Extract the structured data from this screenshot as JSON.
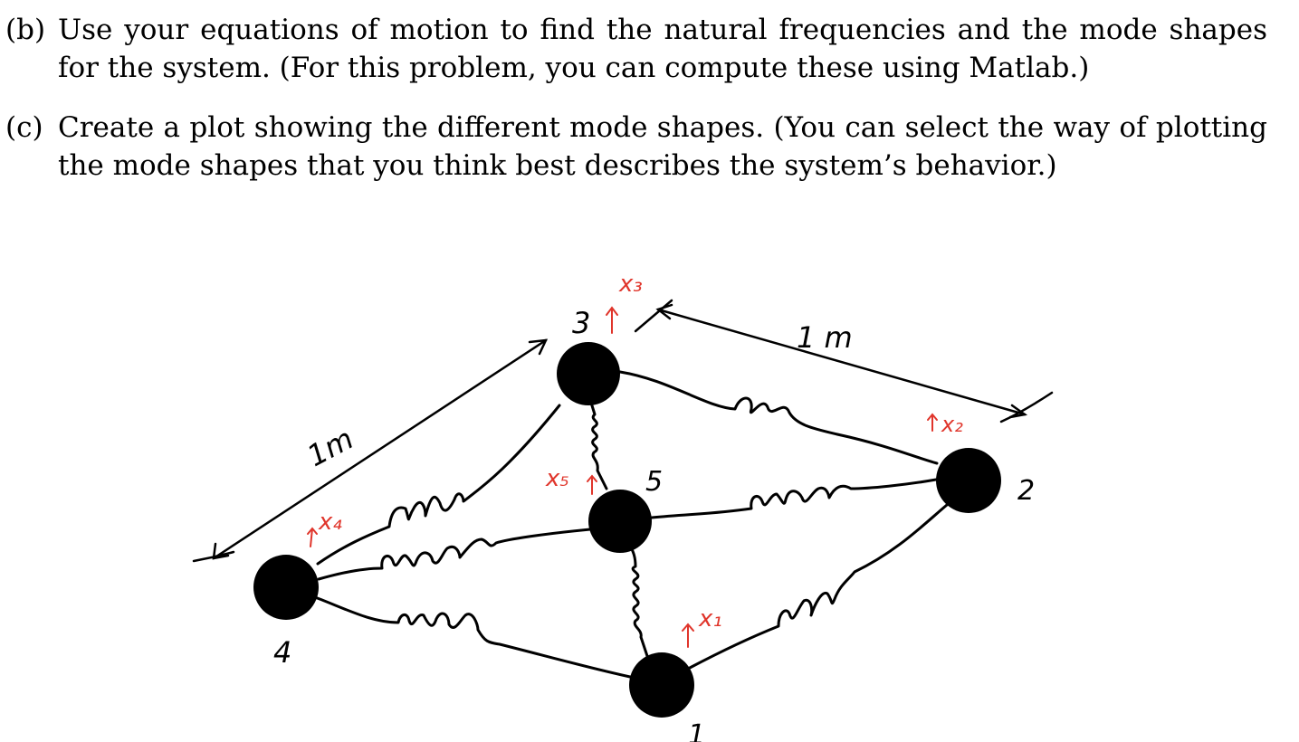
{
  "questions": [
    {
      "label": "(b)",
      "text": "Use your equations of motion to find the natural frequencies and the mode shapes for the system. (For this problem, you can compute these using Matlab.)"
    },
    {
      "label": "(c)",
      "text": "Create a plot showing the different mode shapes. (You can select the way of plotting the mode shapes that you think best describes the system’s behavior.)"
    }
  ],
  "diagram": {
    "node_labels": {
      "n1": "1",
      "n2": "2",
      "n3": "3",
      "n4": "4",
      "n5": "5"
    },
    "displacement_labels": {
      "x1": "x₁",
      "x2": "x₂",
      "x3": "x₃",
      "x4": "x₄",
      "x5": "x₅"
    },
    "dimension_labels": {
      "top_right": "1 m",
      "left": "1m"
    },
    "colors": {
      "ink": "#000000",
      "annotation": "#e0352b"
    }
  }
}
